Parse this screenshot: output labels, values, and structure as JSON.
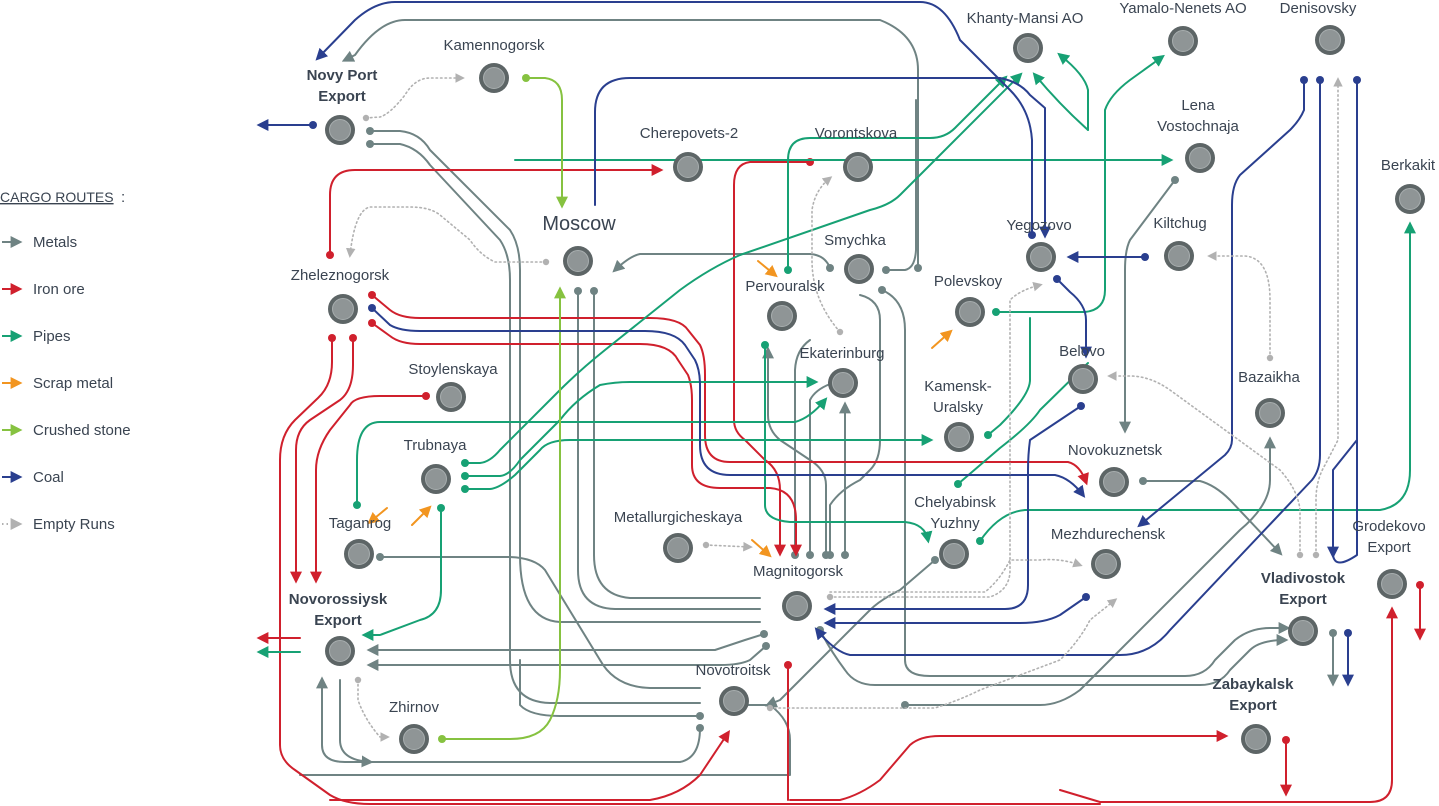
{
  "legend": {
    "title": "CARGO ROUTES",
    "title_suffix": ":",
    "items": [
      {
        "key": "metals",
        "label": "Metals",
        "color": "#6f8383"
      },
      {
        "key": "iron_ore",
        "label": "Iron ore",
        "color": "#d0202d"
      },
      {
        "key": "pipes",
        "label": "Pipes",
        "color": "#17a174"
      },
      {
        "key": "scrap",
        "label": "Scrap metal",
        "color": "#f29520"
      },
      {
        "key": "stone",
        "label": "Crushed stone",
        "color": "#86c240"
      },
      {
        "key": "coal",
        "label": "Coal",
        "color": "#2a3f8f"
      },
      {
        "key": "empty",
        "label": "Empty Runs",
        "color": "#b1b1b1",
        "dotted": true
      }
    ]
  },
  "node_style": {
    "fill": "#8f9596",
    "ring": "#5d6566"
  },
  "stations": {
    "khanty_mansi": [
      "Khanty-Mansi AO"
    ],
    "yamalo_nenets": [
      "Yamalo-Nenets AO"
    ],
    "denisovsky": [
      "Denisovsky"
    ],
    "kamennogorsk": [
      "Kamennogorsk"
    ],
    "novy_port": [
      "Novy Port",
      "Export"
    ],
    "cherepovets": [
      "Cherepovets-2"
    ],
    "vorontskova": [
      "Vorontskova"
    ],
    "lena": [
      "Lena",
      "Vostochnaja"
    ],
    "berkakit": [
      "Berkakit"
    ],
    "moscow": [
      "Moscow"
    ],
    "yegozovo": [
      "Yegozovo"
    ],
    "kiltchug": [
      "Kiltchug"
    ],
    "smychka": [
      "Smychka"
    ],
    "zheleznogorsk": [
      "Zheleznogorsk"
    ],
    "pervouralsk": [
      "Pervouralsk"
    ],
    "polevskoy": [
      "Polevskoy"
    ],
    "belovo": [
      "Belovo"
    ],
    "ekaterinburg": [
      "Ekaterinburg"
    ],
    "stoylenskaya": [
      "Stoylenskaya"
    ],
    "bazaikha": [
      "Bazaikha"
    ],
    "kamensk": [
      "Kamensk-",
      "Uralsky"
    ],
    "trubnaya": [
      "Trubnaya"
    ],
    "novokuznetsk": [
      "Novokuznetsk"
    ],
    "chelyabinsk": [
      "Chelyabinsk",
      "Yuzhny"
    ],
    "taganrog": [
      "Taganrog"
    ],
    "metallurg": [
      "Metallurgicheskaya"
    ],
    "mezhdurechensk": [
      "Mezhdurechensk"
    ],
    "grodekovo": [
      "Grodekovo",
      "Export"
    ],
    "magnitogorsk": [
      "Magnitogorsk"
    ],
    "vladivostok": [
      "Vladivostok",
      "Export"
    ],
    "novorossiysk": [
      "Novorossiysk",
      "Export"
    ],
    "novotroitsk": [
      "Novotroitsk"
    ],
    "zabaykalsk": [
      "Zabaykalsk",
      "Export"
    ],
    "zhirnov": [
      "Zhirnov"
    ]
  }
}
